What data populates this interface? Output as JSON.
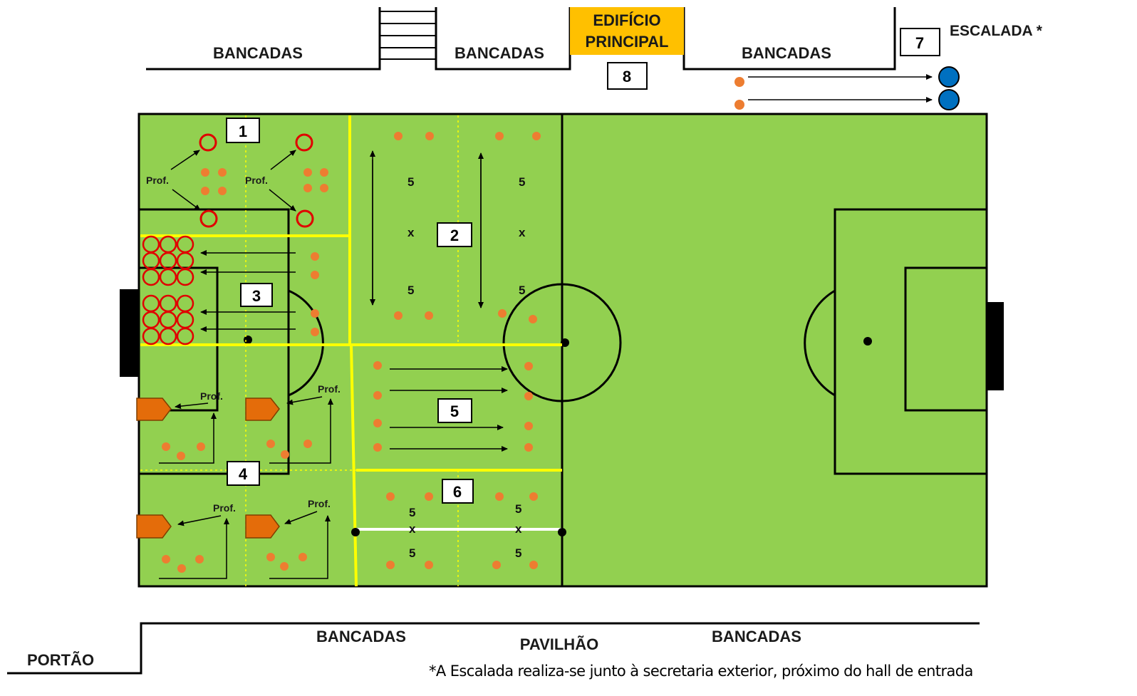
{
  "labels": {
    "stands": "BANCADAS",
    "main_building_line1": "EDIFÍCIO",
    "main_building_line2": "PRINCIPAL",
    "climbing": "ESCALADA *",
    "pavilion": "PAVILHÃO",
    "gate": "PORTÃO",
    "teacher": "Prof.",
    "count_five": "5",
    "cross": "x"
  },
  "stations": [
    "1",
    "2",
    "3",
    "4",
    "5",
    "6",
    "7",
    "8"
  ],
  "footnote": "*A Escalada realiza-se junto à secretaria exterior, próximo do hall de entrada",
  "colors": {
    "pitch": "#92d050",
    "zone_line": "#ffff00",
    "building": "#ffc000",
    "player": "#ed7d31",
    "target_ring": "#e00000",
    "climb_marker": "#0070c0",
    "goal": "#000000"
  }
}
